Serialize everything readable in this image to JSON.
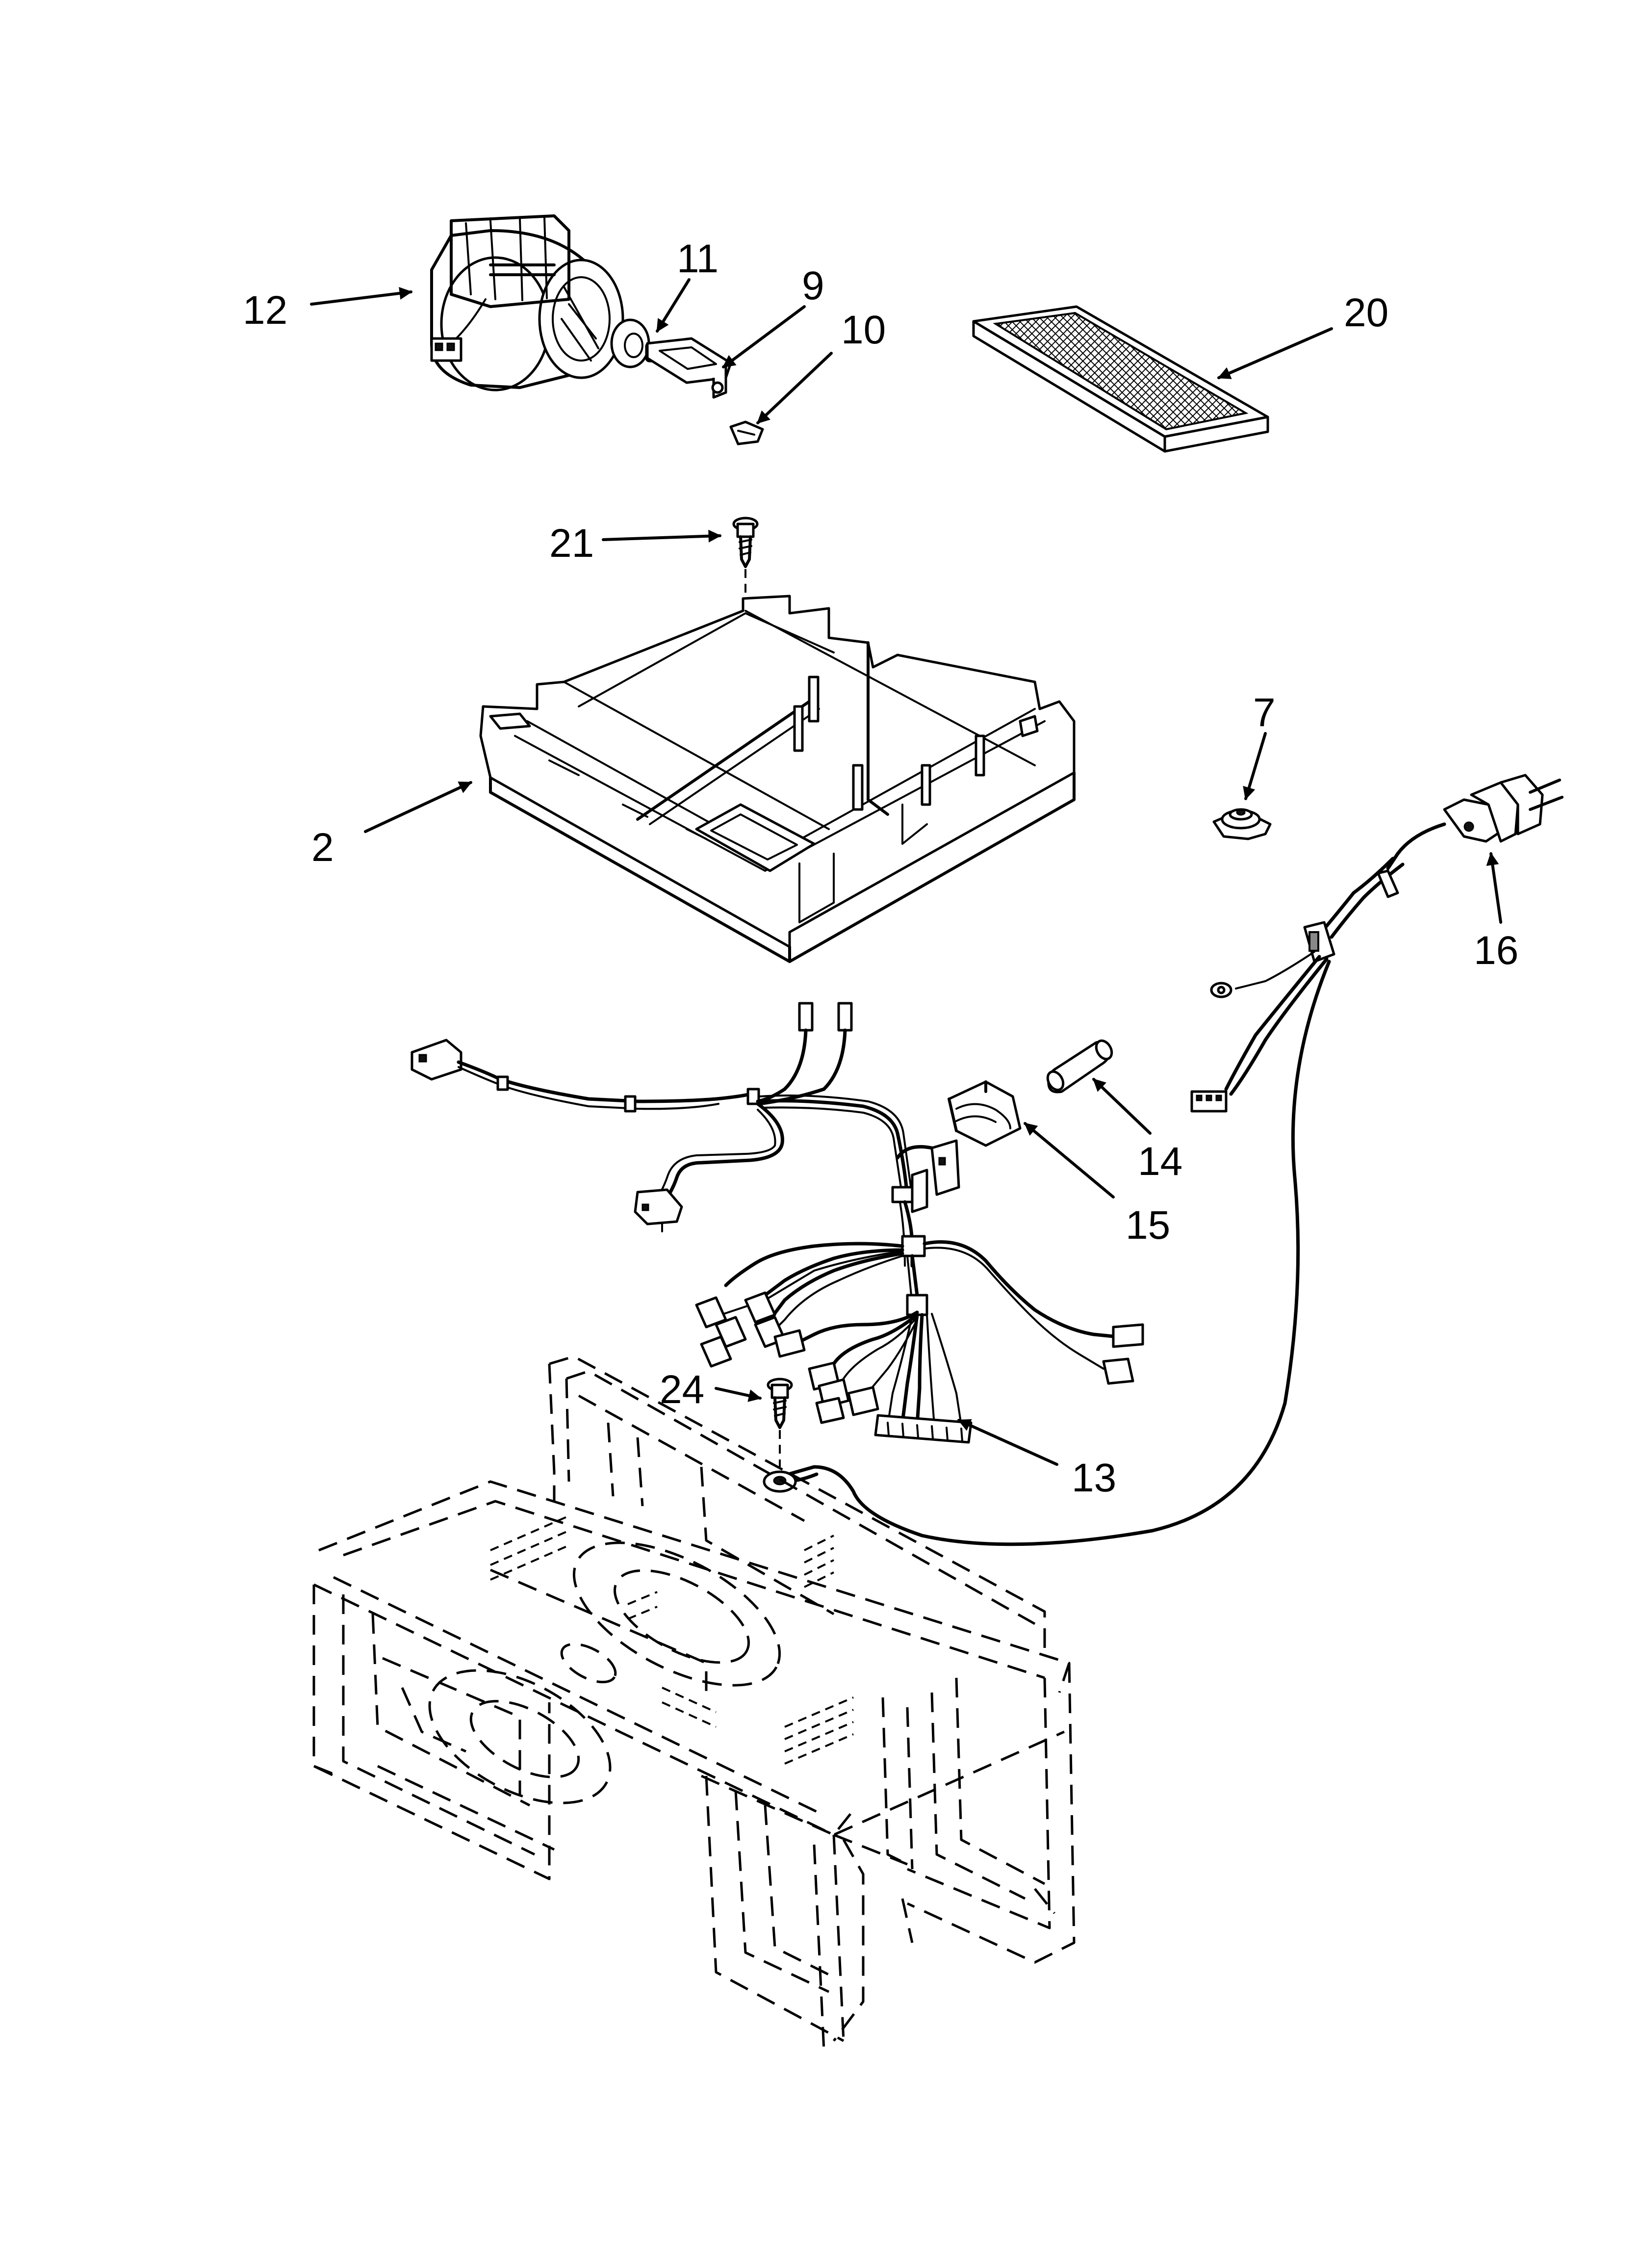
{
  "callouts": [
    {
      "id": "12",
      "label": "12"
    },
    {
      "id": "11",
      "label": "11"
    },
    {
      "id": "9",
      "label": "9"
    },
    {
      "id": "10",
      "label": "10"
    },
    {
      "id": "20",
      "label": "20"
    },
    {
      "id": "21",
      "label": "21"
    },
    {
      "id": "7",
      "label": "7"
    },
    {
      "id": "2",
      "label": "2"
    },
    {
      "id": "16",
      "label": "16"
    },
    {
      "id": "14",
      "label": "14"
    },
    {
      "id": "15",
      "label": "15"
    },
    {
      "id": "24",
      "label": "24"
    },
    {
      "id": "13",
      "label": "13"
    }
  ]
}
